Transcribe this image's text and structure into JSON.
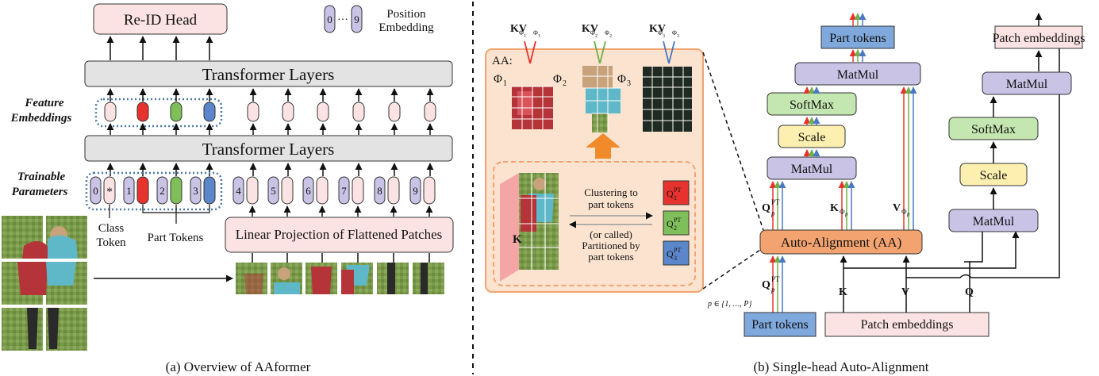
{
  "left": {
    "reid_head": "Re-ID Head",
    "position_legend": {
      "first": "0",
      "dots": "···",
      "last": "9",
      "label_line1": "Position",
      "label_line2": "Embedding"
    },
    "transformer_top": "Transformer  Layers",
    "transformer_bottom": "Transformer  Layers",
    "feature_label_line1": "Feature",
    "feature_label_line2": "Embeddings",
    "trainable_label_line1": "Trainable",
    "trainable_label_line2": "Parameters",
    "class_token_line1": "Class",
    "class_token_line2": "Token",
    "part_tokens": "Part Tokens",
    "star": "*",
    "token_indices": [
      "0",
      "1",
      "2",
      "3",
      "4",
      "5",
      "6",
      "7",
      "8",
      "9"
    ],
    "linear_projection": "Linear Projection of Flattened Patches",
    "caption": "(a) Overview of AAformer"
  },
  "right": {
    "aa_label": "AA:",
    "phi1": "Φ",
    "phi2": "Φ",
    "phi3": "Φ",
    "phi_subs": [
      "1",
      "2",
      "3"
    ],
    "kv_main": [
      "KV",
      "KV",
      "KV"
    ],
    "clustering": {
      "l1": "Clustering to",
      "l2": "part tokens",
      "l3": "(or called)",
      "l4": "Partitioned by",
      "l5": "part tokens"
    },
    "k_label": "K",
    "qpt": "Q",
    "qpt_sup": "PT",
    "qpt_subs": [
      "1",
      "2",
      "3"
    ],
    "part_tokens_top": "Part tokens",
    "matmul_a": "MatMul",
    "softmax_a": "SoftMax",
    "scale_a": "Scale",
    "matmul_a2": "MatMul",
    "q_label": "Q",
    "k_phi": "K",
    "v_phi": "V",
    "p_sub": "p",
    "phi_sub": "Φ",
    "auto_alignment": "Auto-Alignment (AA)",
    "k_in": "K",
    "v_in": "V",
    "q_in": "Q",
    "p_range": "p ∈ {1, …, P}",
    "part_tokens_bottom": "Part tokens",
    "patch_embeddings_bottom": "Patch embeddings",
    "patch_embeddings_top": "Patch embeddings",
    "matmul_b_top": "MatMul",
    "softmax_b": "SoftMax",
    "scale_b": "Scale",
    "matmul_b_bottom": "MatMul",
    "caption": "(b) Single-head Auto-Alignment"
  },
  "colors": {
    "red": "#e8322e",
    "green": "#7fbf5a",
    "blue": "#5b86c9",
    "pink": "#fbe3e3",
    "lavender": "#c9c3e6",
    "gray": "#e3e3e3",
    "peach": "#fbe3cf",
    "orange": "#f2a36f",
    "softmax_green": "#c4e6b0",
    "scale_yellow": "#fcefb0"
  }
}
